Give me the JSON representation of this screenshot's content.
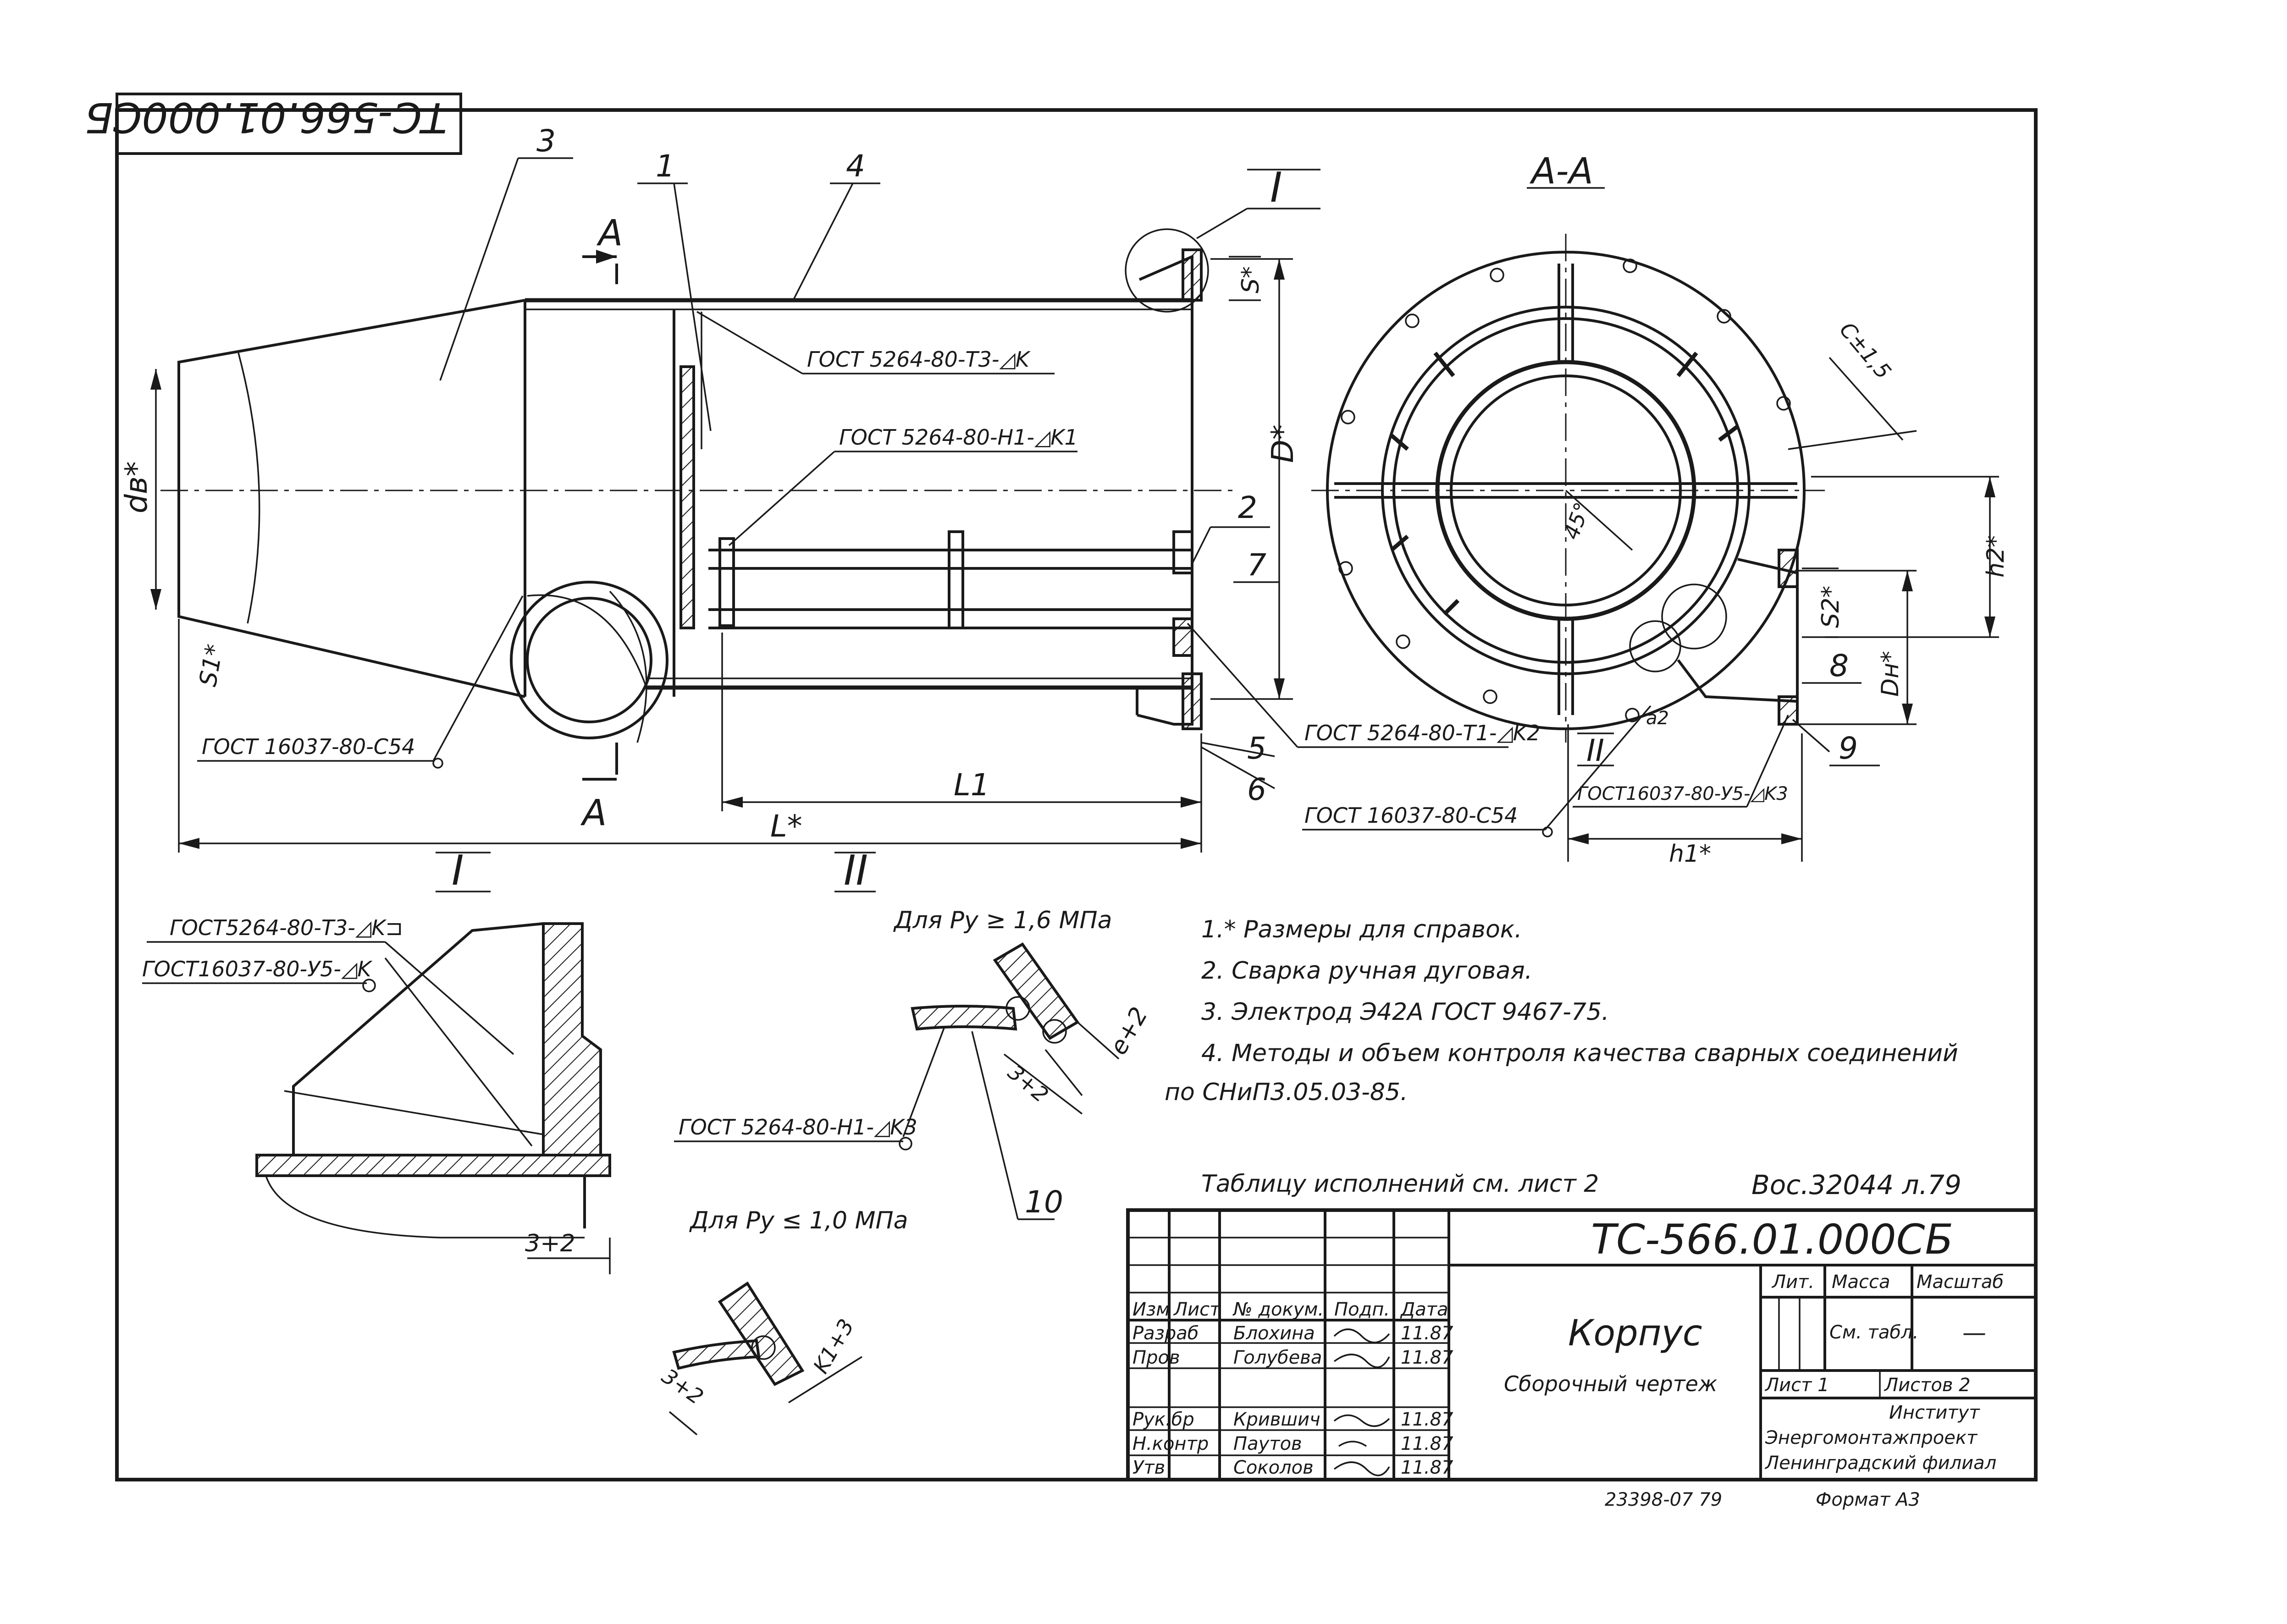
{
  "stamp_code_rotated": "TC-566.01.000CБ",
  "section_label": "A-A",
  "view_mark": "A",
  "detail_marks": {
    "d1": "I",
    "d2": "II"
  },
  "callouts": [
    "1",
    "2",
    "3",
    "4",
    "5",
    "6",
    "7",
    "8",
    "9",
    "10"
  ],
  "welds": {
    "w1": "ГОСТ 5264-80-Т3-◿K",
    "w2": "ГОСТ 5264-80-Н1-◿K1",
    "w3": "ГОСТ 16037-80-С54",
    "w4": "ГОСТ 5264-80-Т1-◿K2",
    "w5": "ГОСТ 16037-80-С54",
    "w6": "ГОСТ16037-80-У5-◿K3",
    "w7": "ГОСТ5264-80-Т3-◿K⊐",
    "w8": "ГОСТ16037-80-У5-◿K",
    "w9": "ГОСТ 5264-80-Н1-◿K3"
  },
  "dims": {
    "dv": "dв*",
    "s1": "S1*",
    "D": "D*",
    "s": "S*",
    "L": "L*",
    "L1": "L1",
    "c": "C±1,5",
    "angle": "45°",
    "h2": "h2*",
    "s2": "S2*",
    "Dn": "Dн*",
    "h1": "h1*",
    "a2": "a2",
    "e2": "e+2",
    "g32a": "3+2",
    "g32b": "3+2",
    "g32c": "3+2",
    "k13": "K1+3"
  },
  "pressure": {
    "high": "Для Ру ≥ 1,6 МПа",
    "low": "Для Ру ≤ 1,0 МПа"
  },
  "notes": [
    "1.* Размеры для справок.",
    "2.  Сварка ручная дуговая.",
    "3.  Электрод Э42А  ГОСТ 9467-75.",
    "4.  Методы и объем контроля качества сварных соединений",
    "по СНиП3.05.03-85."
  ],
  "table_note": "Таблицу исполнений см. лист 2",
  "inv_ref": "Вос.32044 л.79",
  "title_block": {
    "code": "ТС-566.01.000СБ",
    "name": "Корпус",
    "doc_type": "Сборочный  чертеж",
    "col_headers": {
      "izm": "Изм",
      "list": "Лист",
      "doc": "№ докум.",
      "sign": "Подп.",
      "date": "Дата"
    },
    "rows": [
      {
        "role": "Разраб",
        "name": "Блохина",
        "date": "11.87"
      },
      {
        "role": "Пров",
        "name": "Голубева",
        "date": "11.87"
      },
      {
        "role": "Рук.бр",
        "name": "Крившич",
        "date": "11.87"
      },
      {
        "role": "Н.контр",
        "name": "Паутов",
        "date": "11.87"
      },
      {
        "role": "Утв",
        "name": "Соколов",
        "date": "11.87"
      }
    ],
    "lit": "Лит.",
    "mass": "Масса",
    "scale": "Масштаб",
    "mass_value": "См. табл.",
    "scale_value": "—",
    "sheet": "Лист 1",
    "sheets": "Листов  2",
    "org1": "Институт",
    "org2": "Энергомонтажпроект",
    "org3": "Ленинградский филиал"
  },
  "footer": {
    "left": "23398-07   79",
    "format": "Формат А3"
  }
}
